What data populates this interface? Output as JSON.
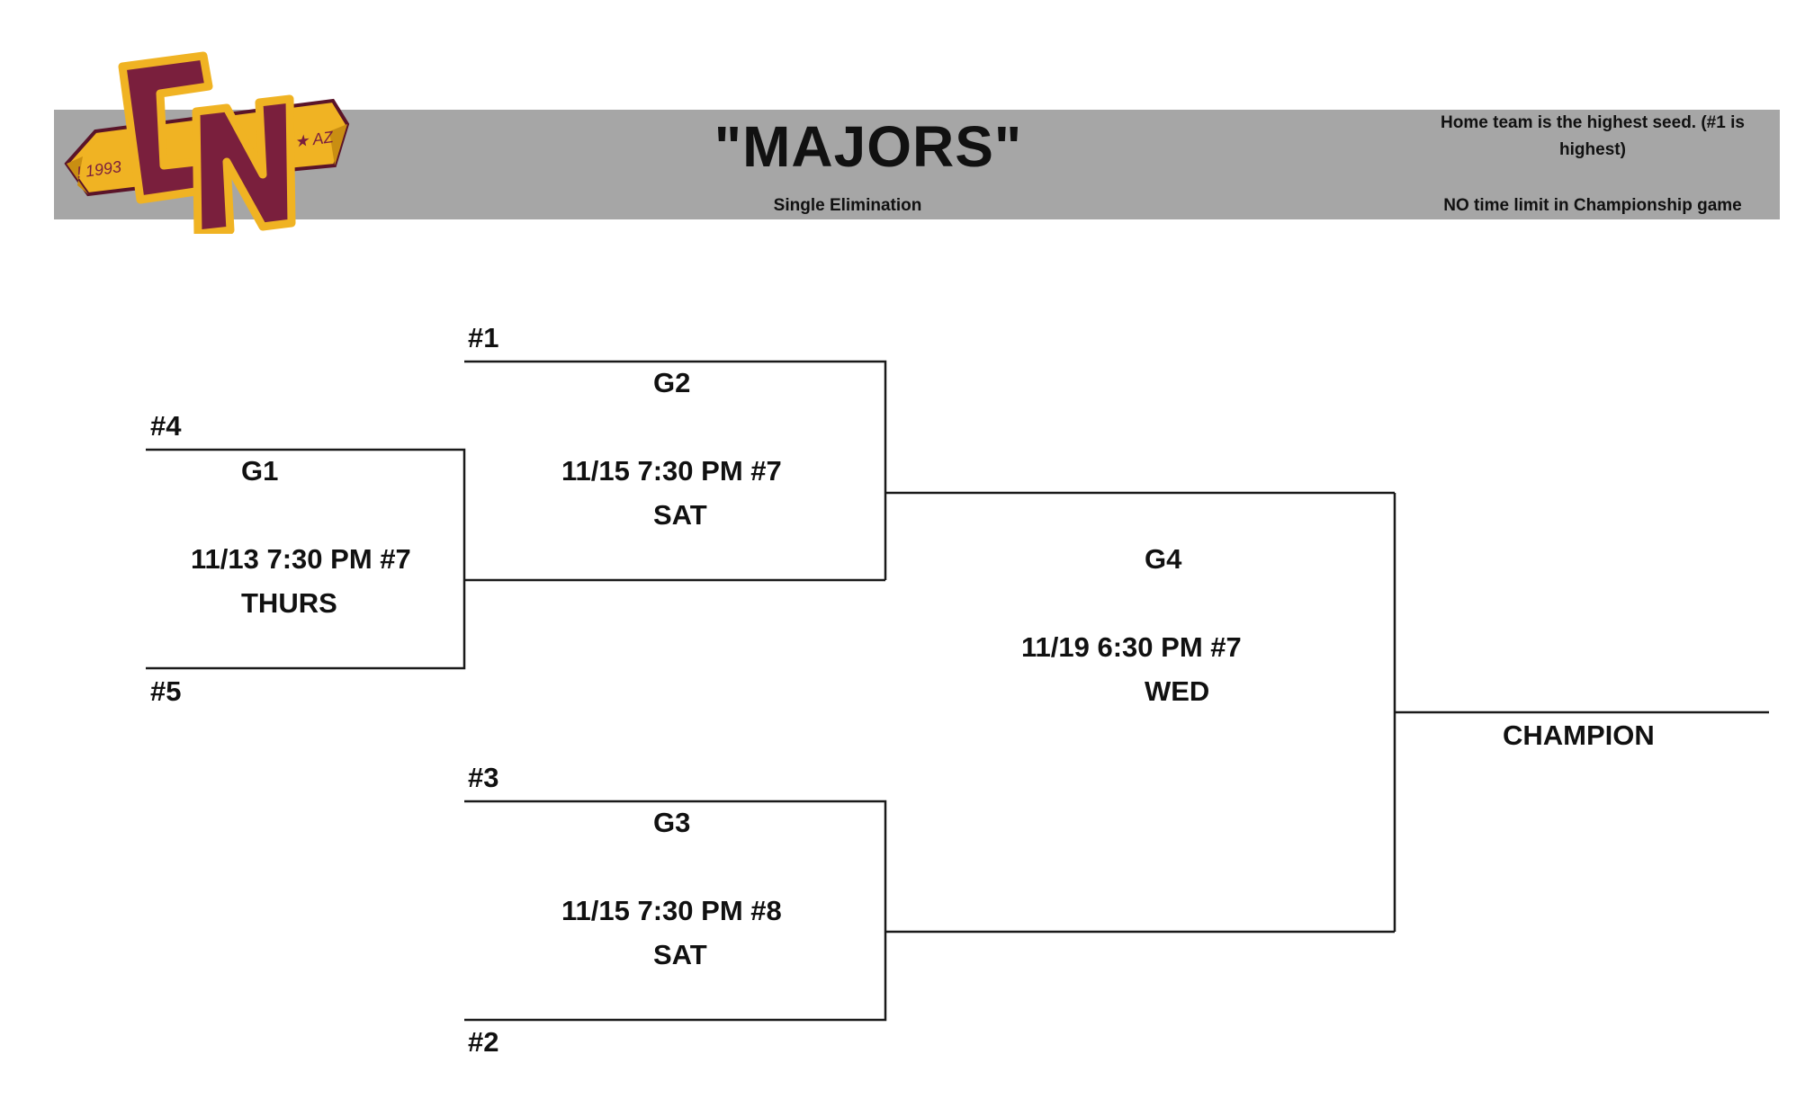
{
  "header": {
    "title": "\"MAJORS\"",
    "subtitle": "Single Elimination",
    "note_home": "Home team is the highest seed. (#1 is highest)",
    "note_time": "NO time limit in Championship game"
  },
  "logo": {
    "icon": "cn-logo-icon",
    "letters": "CN",
    "year": "1993",
    "state": "AZ",
    "colors": {
      "maroon": "#7a1f3d",
      "gold": "#f0b323",
      "outline": "#5a1429"
    }
  },
  "bracket": {
    "seeds": {
      "s1": "#1",
      "s2": "#2",
      "s3": "#3",
      "s4": "#4",
      "s5": "#5"
    },
    "games": {
      "g1": {
        "label": "G1",
        "schedule": "11/13 7:30 PM #7",
        "day": "THURS"
      },
      "g2": {
        "label": "G2",
        "schedule": "11/15 7:30 PM #7",
        "day": "SAT"
      },
      "g3": {
        "label": "G3",
        "schedule": "11/15 7:30 PM #8",
        "day": "SAT"
      },
      "g4": {
        "label": "G4",
        "schedule": "11/19  6:30 PM #7",
        "day": "WED"
      }
    },
    "champion": "CHAMPION"
  },
  "colors": {
    "banner": "#a6a6a6",
    "line": "#1a1a1a"
  }
}
